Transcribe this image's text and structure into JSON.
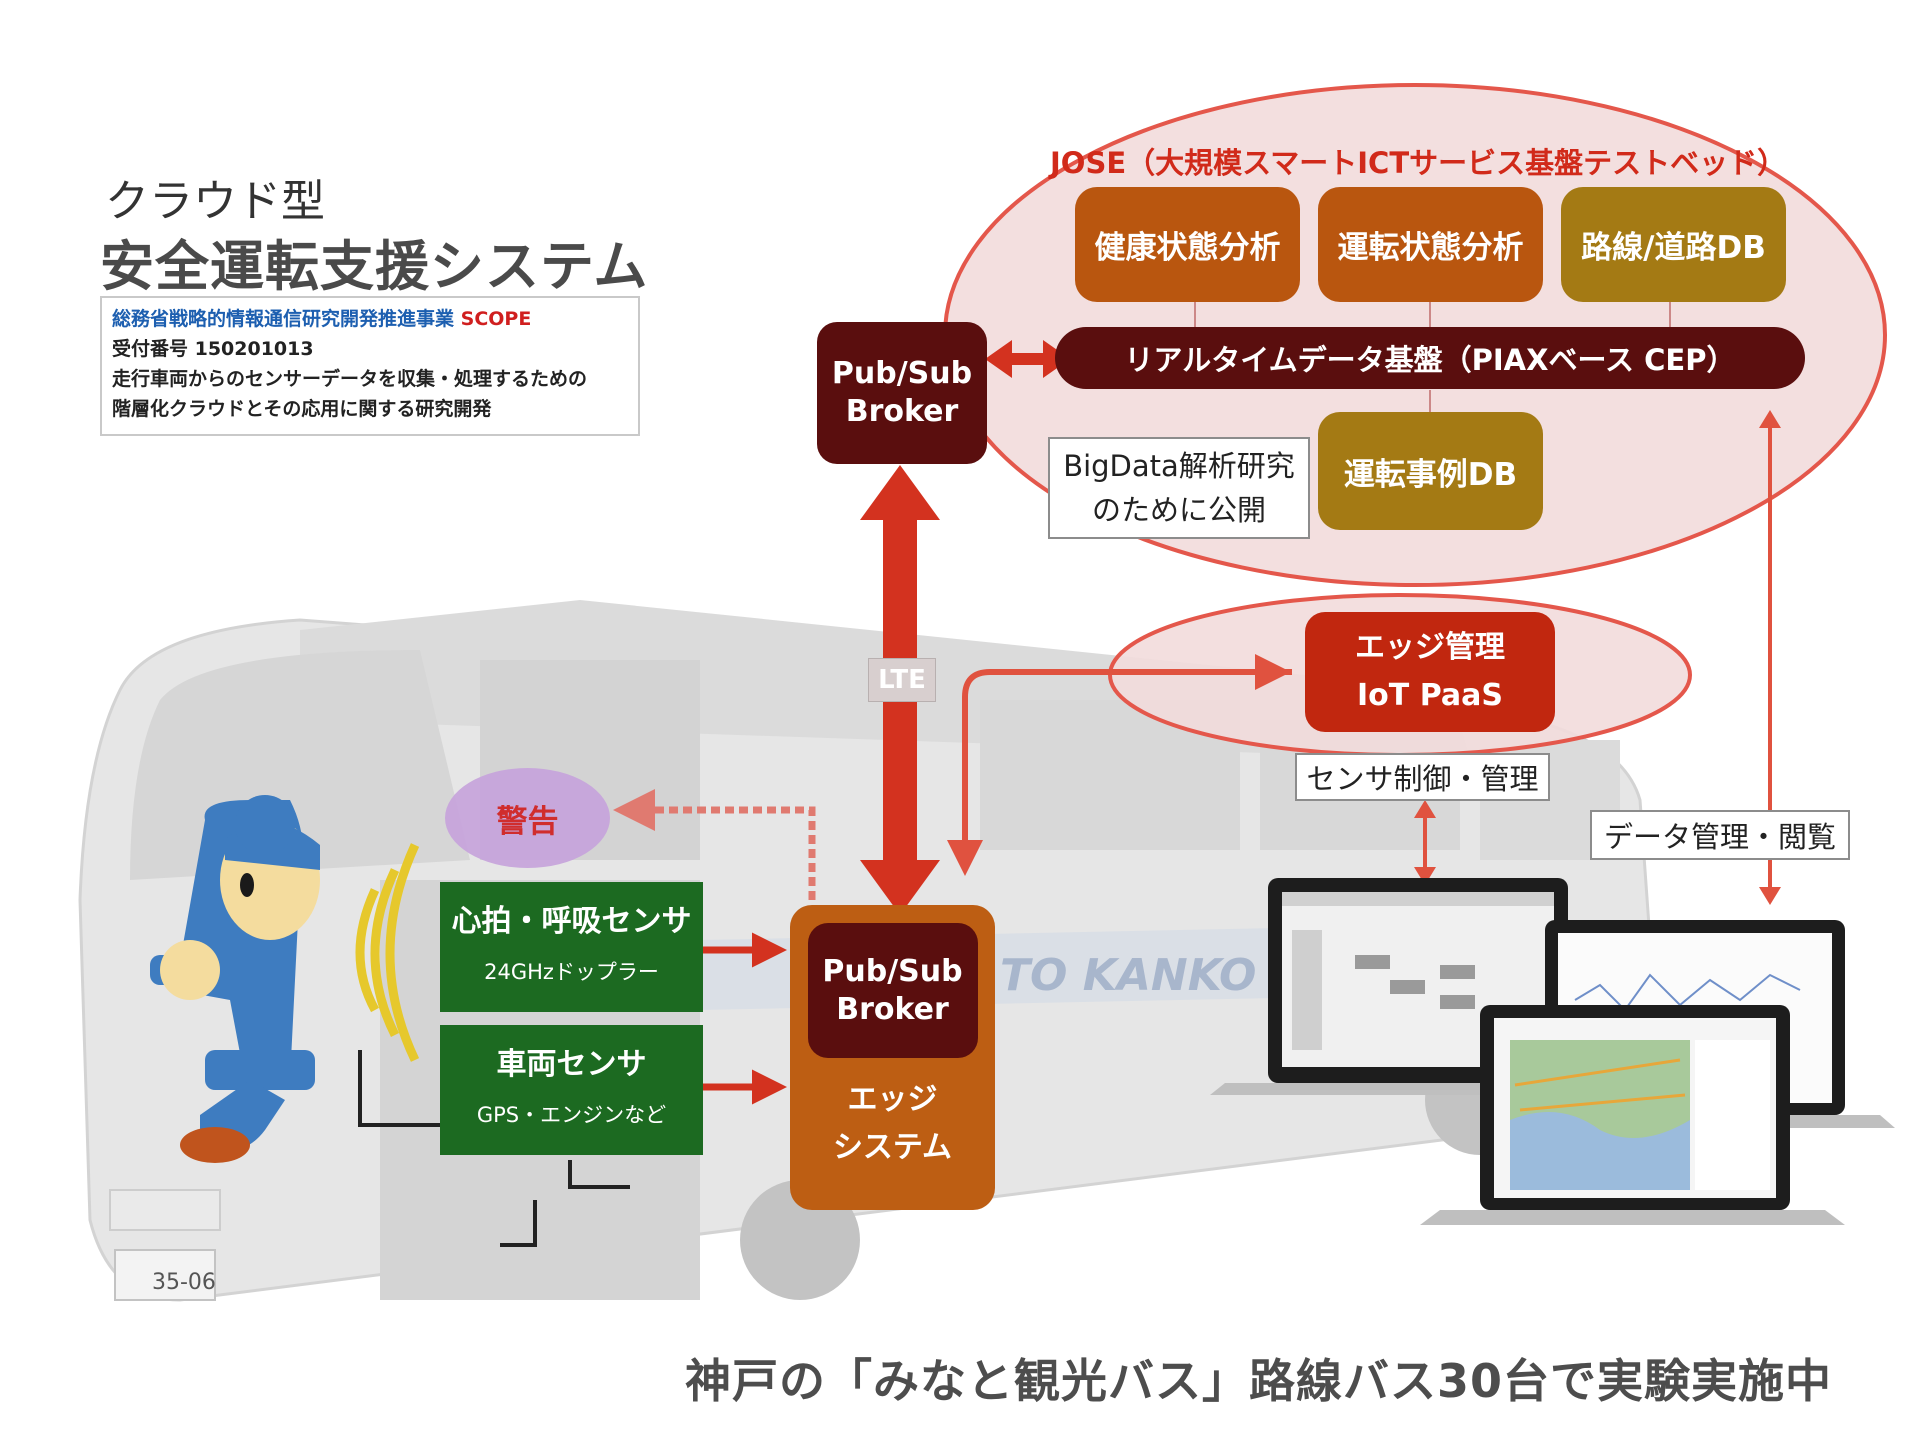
{
  "title": {
    "subtitle": "クラウド型",
    "main": "安全運転支援システム"
  },
  "info": {
    "line1_org": "総務省戦略的情報通信研究開発推進事業",
    "line1_code": "SCOPE",
    "line2": "受付番号 150201013",
    "line3": "走行車両からのセンサーデータを収集・処理するための",
    "line4": "階層化クラウドとその応用に関する研究開発"
  },
  "jose": {
    "title": "JOSE（大規模スマートICTサービス基盤テストベッド）",
    "health": "健康状態分析",
    "driving": "運転状態分析",
    "route_db": "路線/道路DB",
    "realtime": "リアルタイムデータ基盤（PIAXベース CEP）",
    "case_db": "運転事例DB"
  },
  "bigdata": {
    "line1": "BigData解析研究",
    "line2": "のために公開"
  },
  "broker_top": {
    "line1": "Pub/Sub",
    "line2": "Broker"
  },
  "lte": "LTE",
  "edge_mgmt": {
    "line1": "エッジ管理",
    "line2": "IoT PaaS"
  },
  "sensor_ctrl": "センサ制御・管理",
  "data_mgmt": "データ管理・閲覧",
  "warning": "警告",
  "sensor_heart": {
    "title": "心拍・呼吸センサ",
    "sub": "24GHzドップラー"
  },
  "sensor_vehicle": {
    "title": "車両センサ",
    "sub": "GPS・エンジンなど"
  },
  "edge_system": {
    "broker_line1": "Pub/Sub",
    "broker_line2": "Broker",
    "label_line1": "エッジ",
    "label_line2": "システム"
  },
  "bus_text": "TO KANKO",
  "plate": "35-06",
  "footer": "神戸の「みなと観光バス」路線バス30台で実験実施中",
  "colors": {
    "dark_red": "#5a0e0e",
    "orange": "#b9560f",
    "gold": "#a47a14",
    "sensor_green": "#1c6a21",
    "edge_red": "#c1270f",
    "arrow_red": "#cc2a1a"
  }
}
